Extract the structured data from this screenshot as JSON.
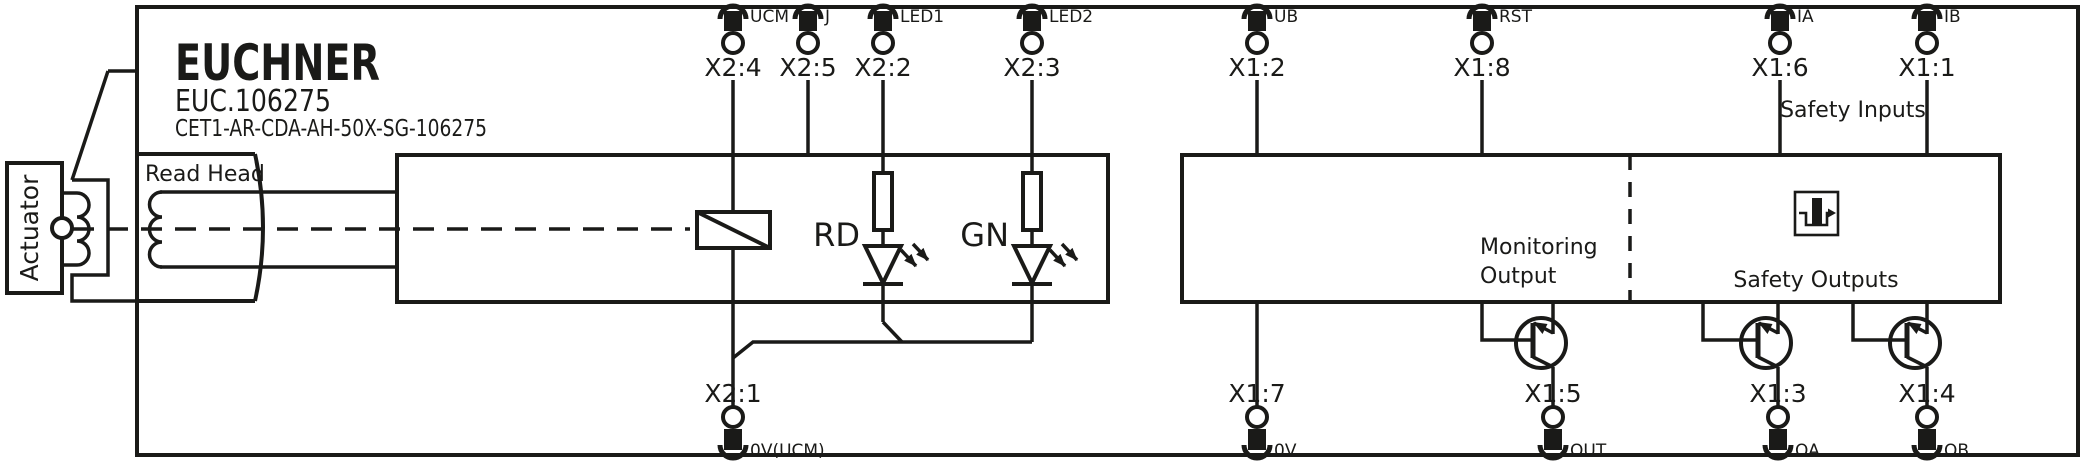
{
  "device": {
    "brand": "EUCHNER",
    "order_code": "EUC.106275",
    "type_code": "CET1-AR-CDA-AH-50X-SG-106275"
  },
  "labels": {
    "actuator": "Actuator",
    "read_head": "Read Head",
    "red_led": "RD",
    "green_led": "GN",
    "monitoring_line1": "Monitoring",
    "monitoring_line2": "Output",
    "safety_outputs": "Safety Outputs",
    "safety_inputs": "Safety Inputs"
  },
  "terminals": {
    "top": [
      {
        "signal": "UCM",
        "pin": "X2:4"
      },
      {
        "signal": "J",
        "pin": "X2:5"
      },
      {
        "signal": "LED1",
        "pin": "X2:2"
      },
      {
        "signal": "LED2",
        "pin": "X2:3"
      },
      {
        "signal": "UB",
        "pin": "X1:2"
      },
      {
        "signal": "RST",
        "pin": "X1:8"
      },
      {
        "signal": "IA",
        "pin": "X1:6"
      },
      {
        "signal": "IB",
        "pin": "X1:1"
      }
    ],
    "bottom": [
      {
        "pin": "X2:1",
        "signal": "0V(UCM)"
      },
      {
        "pin": "X1:7",
        "signal": "0V"
      },
      {
        "pin": "X1:5",
        "signal": "OUT"
      },
      {
        "pin": "X1:3",
        "signal": "OA"
      },
      {
        "pin": "X1:4",
        "signal": "OB"
      }
    ]
  },
  "colors": {
    "line": "#1a1a18",
    "background": "#ffffff"
  }
}
